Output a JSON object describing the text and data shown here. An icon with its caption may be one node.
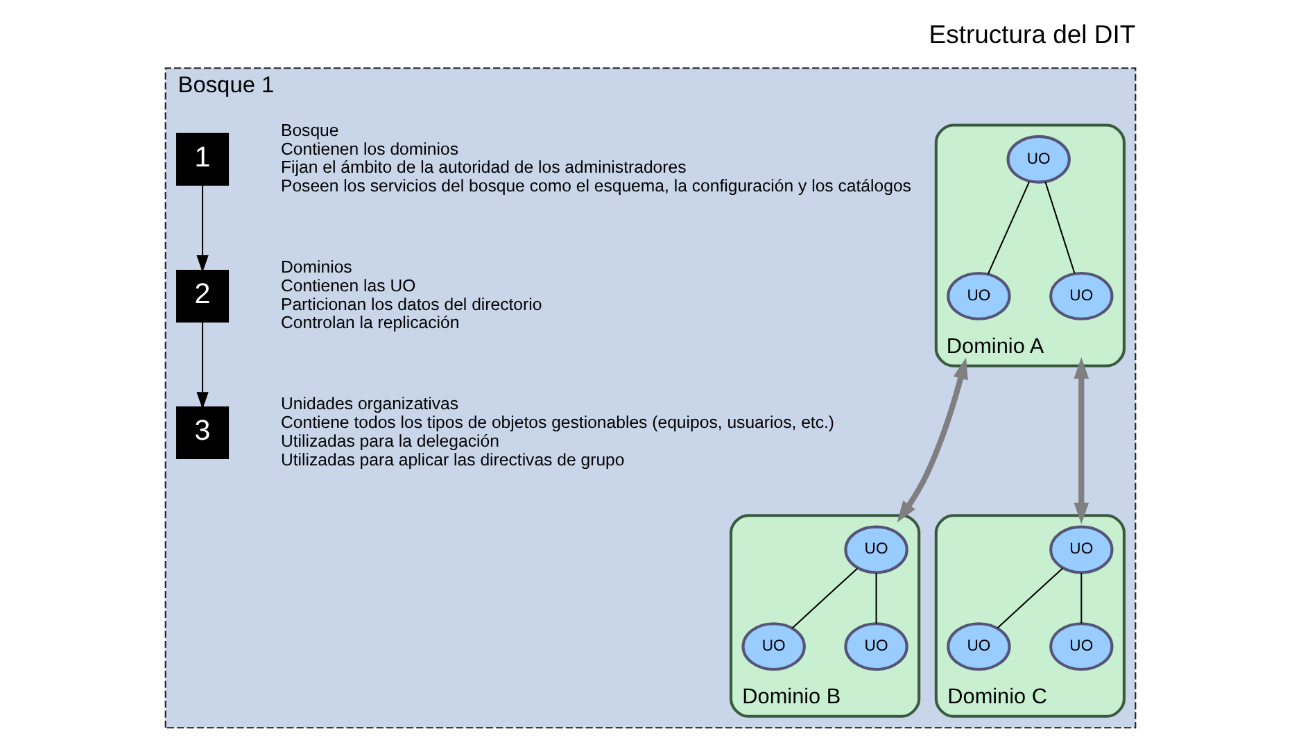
{
  "diagram": {
    "title": "Estructura del DIT",
    "nodes": [
      {
        "text": [
          "Bosque 1"
        ]
      },
      {
        "text": [
          "Dominio A"
        ],
        "in": 0
      },
      {
        "text": [
          "UO"
        ],
        "in": 1
      },
      {
        "text": [
          "UO"
        ],
        "in": 1
      },
      {
        "text": [
          "UO"
        ],
        "in": 1
      },
      {
        "text": [
          "Dominio B"
        ],
        "in": 0
      },
      {
        "text": [
          "UO"
        ],
        "in": 5
      },
      {
        "text": [
          "UO"
        ],
        "in": 5
      },
      {
        "text": [
          "UO"
        ],
        "in": 5
      },
      {
        "text": [
          "Dominio C"
        ],
        "in": 0
      },
      {
        "text": [
          "UO"
        ],
        "in": 9
      },
      {
        "text": [
          "UO"
        ],
        "in": 9
      },
      {
        "text": [
          "UO"
        ],
        "in": 9
      },
      {
        "text": [
          "1"
        ],
        "in": 0,
        "beside": [
          "Bosque",
          "Contienen los dominios",
          "Fijan el ámbito de la autoridad de los administradores",
          "Poseen los servicios del bosque como el esquema, la configuración y los catálogos"
        ]
      },
      {
        "text": [
          "2"
        ],
        "in": 0,
        "beside": [
          "Dominios",
          "Contienen las UO",
          "Particionan los datos del directorio",
          "Controlan la replicación"
        ]
      },
      {
        "text": [
          "3"
        ],
        "in": 0,
        "beside": [
          "Unidades organizativas",
          "Contiene todos los tipos de objetos gestionables (equipos, usuarios, etc.)",
          "Utilizadas para la delegación",
          "Utilizadas para aplicar las directivas de grupo"
        ]
      }
    ],
    "edges": [
      {
        "from": 2,
        "to": 3,
        "arrow": "none"
      },
      {
        "from": 2,
        "to": 4,
        "arrow": "none"
      },
      {
        "from": 6,
        "to": 7,
        "arrow": "none"
      },
      {
        "from": 6,
        "to": 8,
        "arrow": "none"
      },
      {
        "from": 10,
        "to": 11,
        "arrow": "none"
      },
      {
        "from": 10,
        "to": 12,
        "arrow": "none"
      },
      {
        "from": 1,
        "to": 5,
        "arrow": "both",
        "style": "thick",
        "color": "#7f7f7f"
      },
      {
        "from": 1,
        "to": 9,
        "arrow": "both",
        "style": "thick",
        "color": "#7f7f7f"
      },
      {
        "from": 13,
        "to": 14,
        "arrow": "to"
      },
      {
        "from": 14,
        "to": 15,
        "arrow": "to"
      }
    ]
  }
}
